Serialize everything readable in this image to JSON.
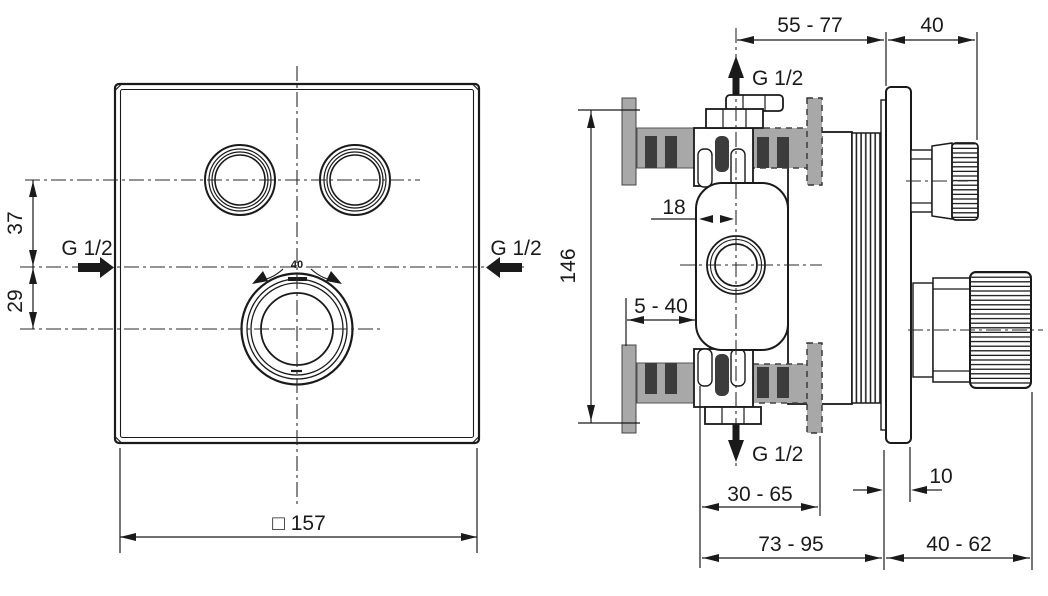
{
  "front_view": {
    "dim_top_offset": "37",
    "dim_mid_offset": "29",
    "inlet_left_label": "G 1/2",
    "inlet_right_label": "G 1/2",
    "knob_temp_label": "40",
    "dim_plate_size": "□ 157"
  },
  "side_view": {
    "dim_depth_range": "55 - 77",
    "dim_knob_protrusion": "40",
    "outlet_top_label": "G 1/2",
    "outlet_bottom_label": "G 1/2",
    "dim_body_height": "146",
    "dim_axis_offset": "18",
    "dim_plaster_depth": "5 - 40",
    "dim_body_to_wall": "30 - 65",
    "dim_plate_thickness": "10",
    "dim_total_depth": "73 - 95",
    "dim_handle_depth": "40 - 62"
  },
  "colors": {
    "line": "#1a1a1a",
    "wall_gray": "#a8a8a8",
    "hatch_dark": "#3c3c3c",
    "background": "#ffffff"
  }
}
